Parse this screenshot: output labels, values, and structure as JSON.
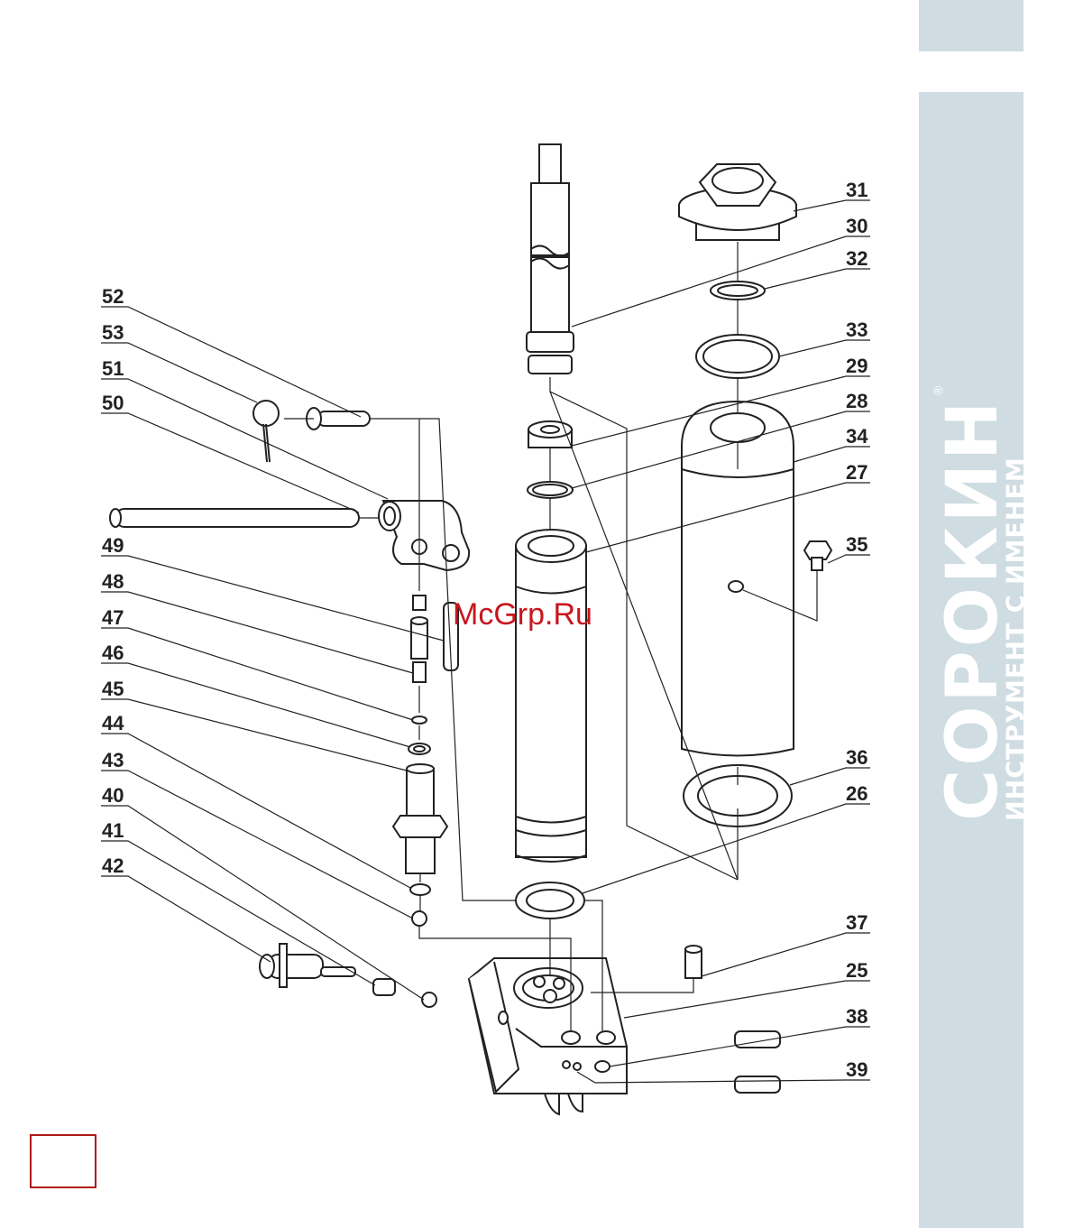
{
  "brand": {
    "name": "СОРОКИН",
    "registered_mark": "®",
    "tagline": "ИНСТРУМЕНТ С ИМЕНЕМ",
    "color": "#cfdce2"
  },
  "watermark": "McGrp.Ru",
  "page_box_color": "#b01818",
  "part_labels": {
    "p25": "25",
    "p26": "26",
    "p27": "27",
    "p28": "28",
    "p29": "29",
    "p30": "30",
    "p31": "31",
    "p32": "32",
    "p33": "33",
    "p34": "34",
    "p35": "35",
    "p36": "36",
    "p37": "37",
    "p38": "38",
    "p39": "39",
    "p40": "40",
    "p41": "41",
    "p42": "42",
    "p43": "43",
    "p44": "44",
    "p45": "45",
    "p46": "46",
    "p47": "47",
    "p48": "48",
    "p49": "49",
    "p50": "50",
    "p51": "51",
    "p52": "52",
    "p53": "53"
  }
}
